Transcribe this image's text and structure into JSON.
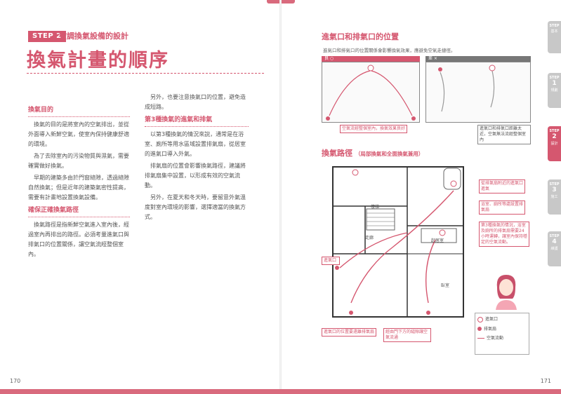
{
  "colors": {
    "accent": "#d5576f",
    "tab_inactive": "#c8c8c8"
  },
  "left": {
    "step_badge": "STEP 2",
    "step_title": "空調換氣設備的設計",
    "title": "換氣計畫的順序",
    "col1": {
      "heading1": "換氣目的",
      "p1": "換氣的目的是將室內的空氣排出，並從外面導入新鮮空氣，使室內保持健康舒適的環境。",
      "p2": "為了去除室內的污染物質與濕氣，需要確實做好換氣。",
      "p3": "早期的建築多由於門窗縫隙，透過縫隙自然換氣；但是近年的建築氣密性提高，需要有計畫地設置換氣設備。",
      "heading2": "確保正確換氣路徑",
      "p4": "換氣路徑是指新鮮空氣進入室內後，經過室內再排出的路徑。必須考量進氣口與排氣口的位置關係，讓空氣流經整個室內。"
    },
    "col2": {
      "p1": "另外，也要注意換氣口的位置，避免造成短路。",
      "heading": "第3種換氣的進氣和排氣",
      "p2": "以第3種換氣的情況來說，通常是在浴室、廁所等用水區域設置排氣扇，從居室的進氣口導入外氣。",
      "p3": "排氣扇的位置會影響換氣路徑，建議將排氣扇集中設置，以形成有效的空氣流動。",
      "p4": "另外，在夏天和冬天時，要留意外氣溫度對室內環境的影響，選擇適當的換氣方式。"
    },
    "page_number": "170"
  },
  "right": {
    "section1_title": "進氣口和排氣口的位置",
    "section1_caption": "進氣口和排氣口的位置關係會影響換氣效果，應避免空氣走捷徑。",
    "pane_good_label": "良 ○",
    "pane_bad_label": "差 ×",
    "callout_good": "空氣流經整個室內，換氣效果良好",
    "callout_bad": "進氣口和排氣口距離太近，空氣無法流經整個室內",
    "section2_title": "換氣路徑",
    "section2_sub": "（局部換氣和全面換氣兼用）",
    "room_stair": "樓梯",
    "room_living": "起居室",
    "room_bedroom": "臥室",
    "room_hall": "走廊",
    "callout_top": "從排氣扇附近的進氣口進氣",
    "callout_mid": "浴室、廁所等處設置排氣扇",
    "callout_left": "進氣口",
    "callout_bl": "進氣口的位置要遠離排氣扇",
    "callout_bc": "經由門下方的縫隙讓空氣流通",
    "callout_right_big": "第3種換氣的情況，浴室及廁所的排氣扇需要24小時運轉，讓室內保持穩定的空氣流動。",
    "legend_supply": "進氣口",
    "legend_exhaust": "排氣扇",
    "legend_flow": "空氣流動",
    "page_number": "171"
  },
  "tabs": [
    {
      "step": "STEP",
      "num": "",
      "text": "基本"
    },
    {
      "step": "STEP",
      "num": "1",
      "text": "規劃"
    },
    {
      "step": "STEP",
      "num": "2",
      "text": "設計"
    },
    {
      "step": "STEP",
      "num": "3",
      "text": "施工"
    },
    {
      "step": "STEP",
      "num": "4",
      "text": "維護"
    }
  ]
}
